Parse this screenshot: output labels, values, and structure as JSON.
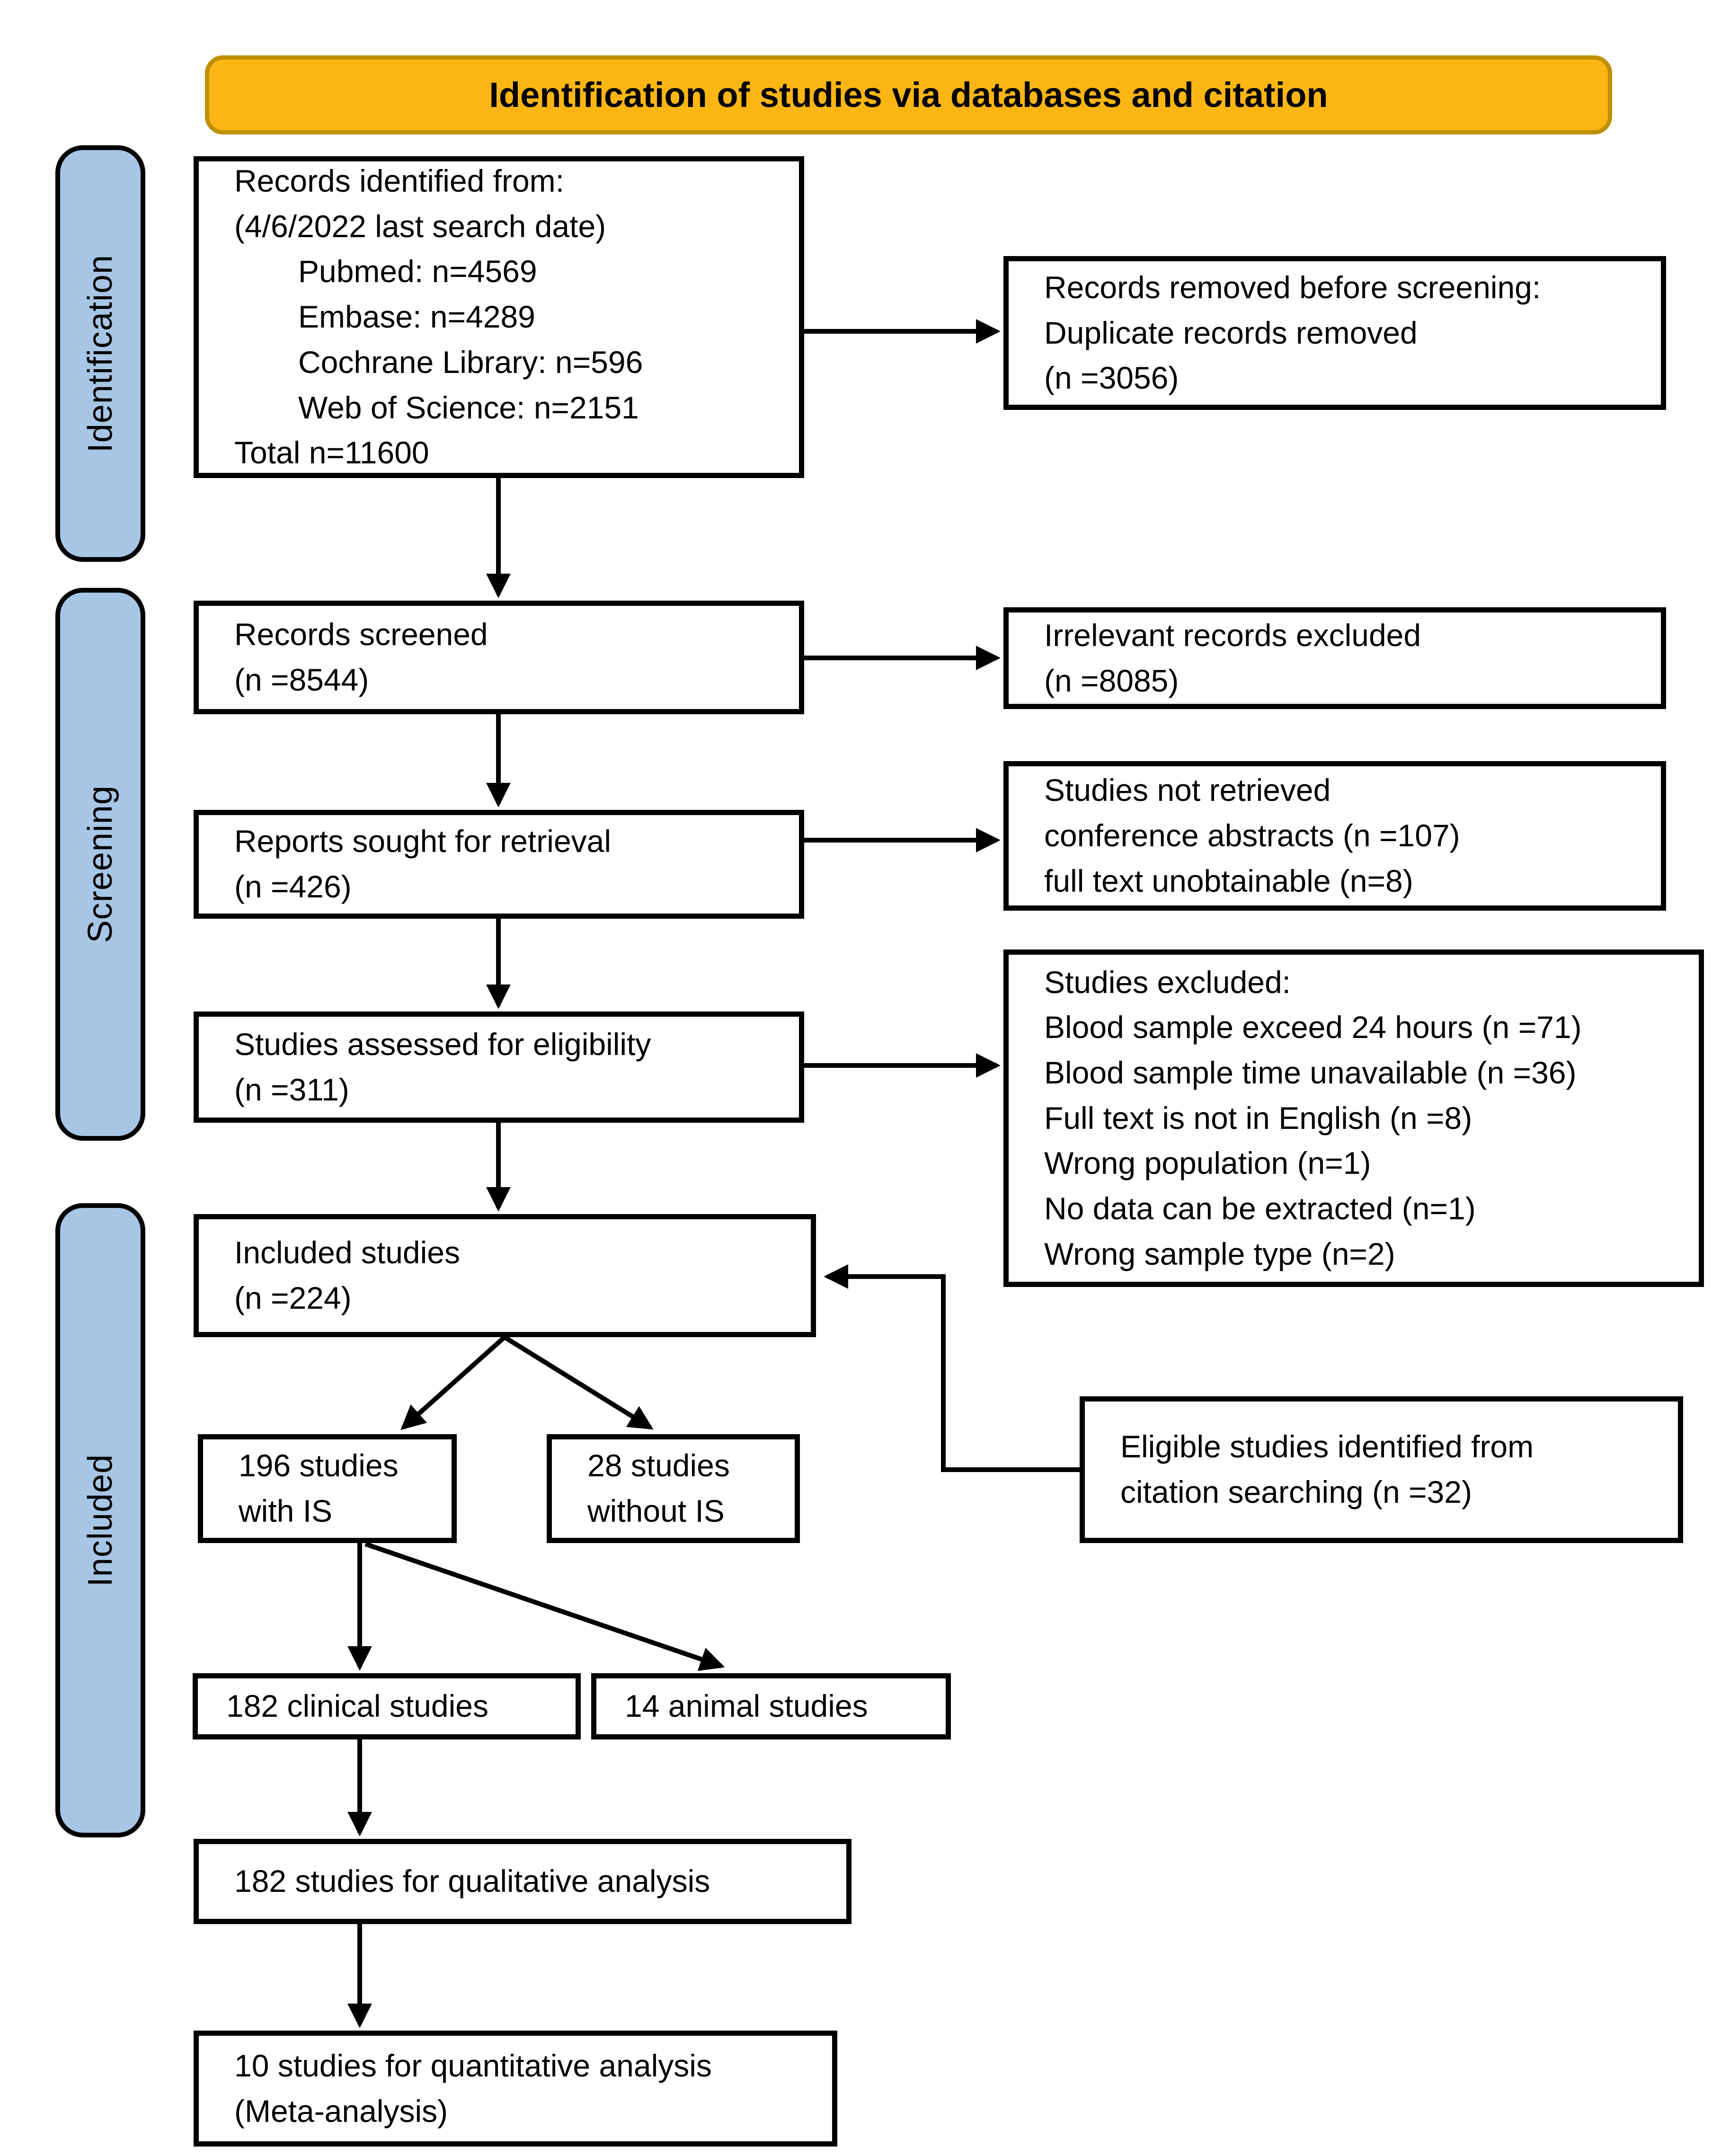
{
  "banner": {
    "label": "Identification of studies via databases and citation",
    "fill": "#FCB614",
    "border": "#BE8F00"
  },
  "sidebar": {
    "fill": "#A7C6E6",
    "bands": [
      {
        "id": "identification",
        "label": "Identification"
      },
      {
        "id": "screening",
        "label": "Screening"
      },
      {
        "id": "included",
        "label": "Included"
      }
    ]
  },
  "boxes": {
    "records_identified": {
      "lines": [
        "Records identified from:",
        "(4/6/2022 last search date)",
        "Pubmed: n=4569",
        "Embase: n=4289",
        "Cochrane Library: n=596",
        "Web of Science: n=2151",
        "Total n=11600"
      ]
    },
    "records_removed": {
      "lines": [
        "Records removed before screening:",
        "Duplicate records removed",
        "(n =3056)"
      ]
    },
    "records_screened": {
      "lines": [
        "Records screened",
        "(n =8544)"
      ]
    },
    "irrelevant_excluded": {
      "lines": [
        "Irrelevant records excluded",
        "(n =8085)"
      ]
    },
    "reports_sought": {
      "lines": [
        "Reports sought for retrieval",
        "(n =426)"
      ]
    },
    "studies_not_retrieved": {
      "lines": [
        "Studies not retrieved",
        "conference abstracts (n =107)",
        "full text unobtainable (n=8)"
      ]
    },
    "studies_assessed": {
      "lines": [
        "Studies assessed for eligibility",
        "(n =311)"
      ]
    },
    "studies_excluded": {
      "lines": [
        "Studies excluded:",
        "Blood sample exceed 24 hours (n =71)",
        "Blood sample time unavailable (n =36)",
        "Full text is not in English (n =8)",
        "Wrong population (n=1)",
        "No data can be extracted (n=1)",
        "Wrong sample type (n=2)"
      ]
    },
    "included_studies": {
      "lines": [
        "Included studies",
        "(n =224)"
      ]
    },
    "eligible_citation": {
      "lines": [
        "Eligible studies identified from",
        "citation searching (n =32)"
      ]
    },
    "with_is": {
      "lines": [
        "196 studies",
        "with IS"
      ]
    },
    "without_is": {
      "lines": [
        "28 studies",
        "without IS"
      ]
    },
    "clinical": {
      "lines": [
        "182 clinical studies"
      ]
    },
    "animal": {
      "lines": [
        "14 animal studies"
      ]
    },
    "qualitative": {
      "lines": [
        "182 studies for qualitative analysis"
      ]
    },
    "quantitative": {
      "lines": [
        "10 studies for quantitative analysis",
        "(Meta-analysis)"
      ]
    }
  }
}
